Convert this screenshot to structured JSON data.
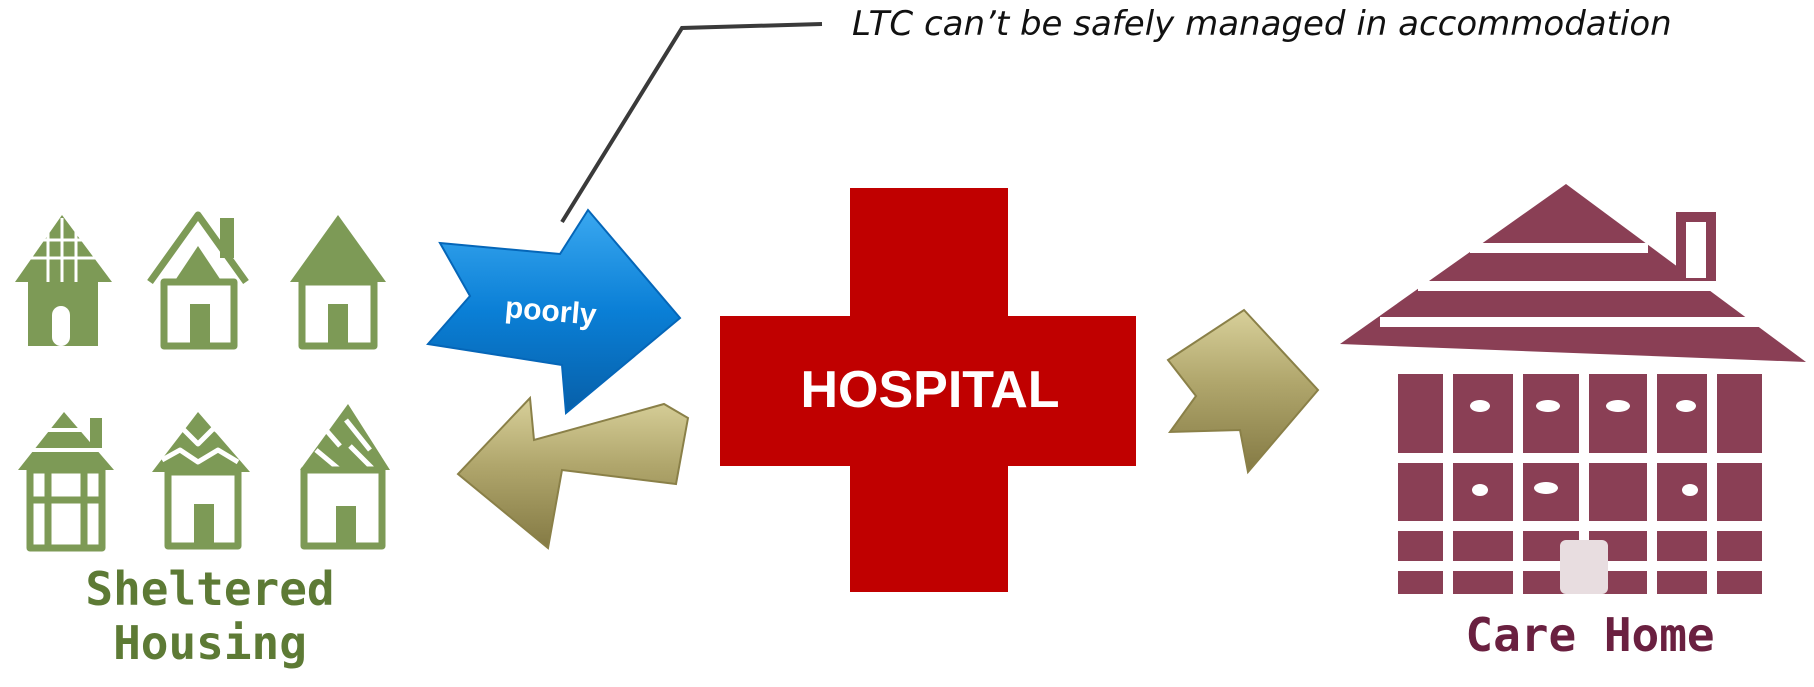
{
  "callout": {
    "text": "LTC can’t be safely managed in accommodation"
  },
  "sheltered_housing": {
    "line1": "Sheltered",
    "line2": "Housing"
  },
  "hospital": {
    "label": "HOSPITAL"
  },
  "care_home": {
    "label": "Care Home"
  },
  "arrows": {
    "to_hospital_label": "poorly"
  },
  "colors": {
    "house_green": "#7d9a56",
    "label_green": "#5d7a35",
    "hospital_red": "#c00000",
    "care_home_maroon": "#8a3f55",
    "care_label": "#6a2040",
    "arrow_blue": "#0a7fd6",
    "arrow_olive": "#b0a66c"
  },
  "icons": [
    "house-icon",
    "cross-icon",
    "care-home-icon",
    "arrow-icon"
  ]
}
